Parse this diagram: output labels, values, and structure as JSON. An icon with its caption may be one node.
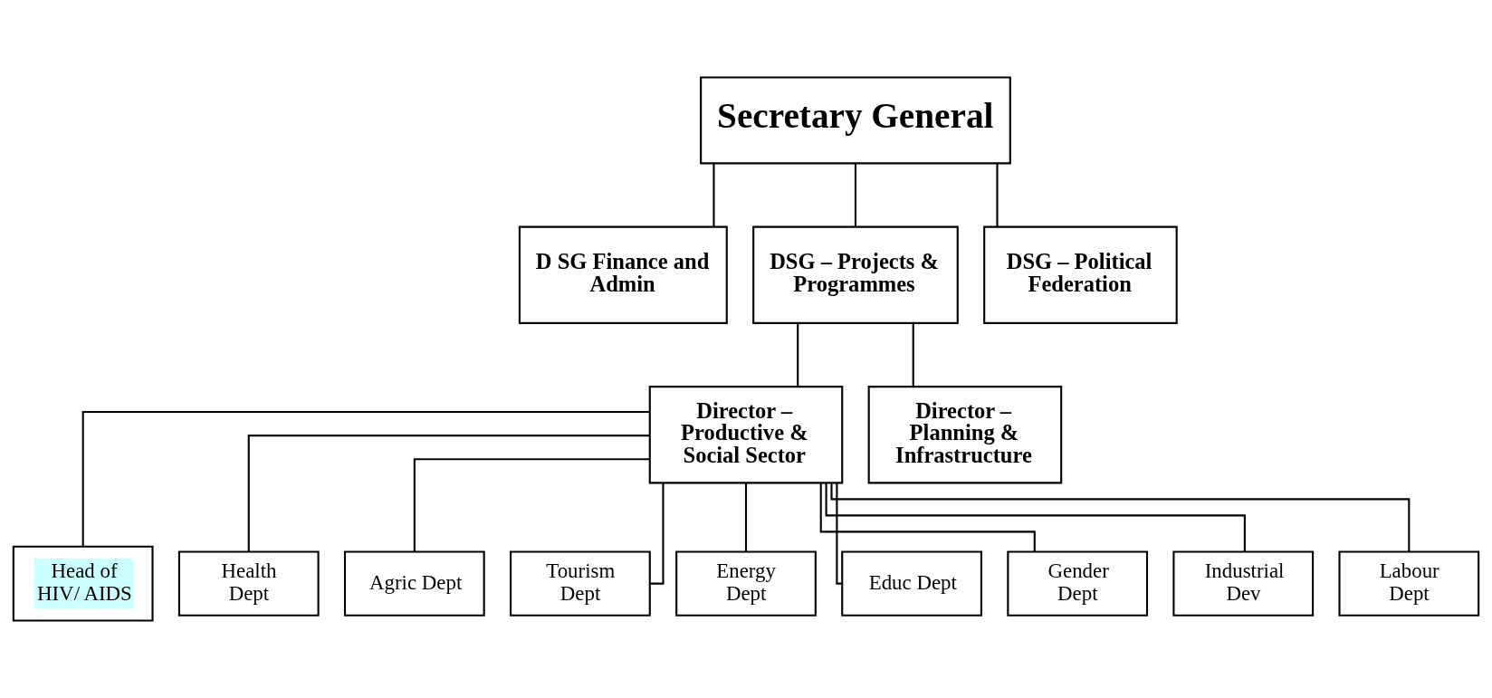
{
  "diagram": {
    "nodes": [
      {
        "text": [
          "Secretary General"
        ]
      },
      {
        "text": [
          "D SG Finance and Admin"
        ]
      },
      {
        "text": [
          "DSG – Projects & Programmes"
        ]
      },
      {
        "text": [
          "DSG – Political Federation"
        ]
      },
      {
        "text": [
          "Director – Productive & Social Sector"
        ]
      },
      {
        "text": [
          "Director – Planning & Infrastructure"
        ]
      },
      {
        "text": [
          "Head of HIV/ AIDS"
        ]
      },
      {
        "text": [
          "Health Dept"
        ]
      },
      {
        "text": [
          "Agric Dept"
        ]
      },
      {
        "text": [
          "Tourism Dept"
        ]
      },
      {
        "text": [
          "Energy Dept"
        ]
      },
      {
        "text": [
          "Educ Dept"
        ]
      },
      {
        "text": [
          "Gender Dept"
        ]
      },
      {
        "text": [
          "Industrial Dev"
        ]
      },
      {
        "text": [
          "Labour Dept"
        ]
      }
    ],
    "edges": [
      {
        "from": 0,
        "to": 1,
        "arrow": "none"
      },
      {
        "from": 0,
        "to": 2,
        "arrow": "none"
      },
      {
        "from": 0,
        "to": 3,
        "arrow": "none"
      },
      {
        "from": 2,
        "to": 4,
        "arrow": "none"
      },
      {
        "from": 2,
        "to": 5,
        "arrow": "none"
      },
      {
        "from": 4,
        "to": 6,
        "arrow": "none"
      },
      {
        "from": 4,
        "to": 7,
        "arrow": "none"
      },
      {
        "from": 4,
        "to": 8,
        "arrow": "none"
      },
      {
        "from": 4,
        "to": 9,
        "arrow": "none"
      },
      {
        "from": 4,
        "to": 10,
        "arrow": "none"
      },
      {
        "from": 4,
        "to": 11,
        "arrow": "none"
      },
      {
        "from": 4,
        "to": 12,
        "arrow": "none"
      },
      {
        "from": 4,
        "to": 13,
        "arrow": "none"
      },
      {
        "from": 4,
        "to": 14,
        "arrow": "none"
      }
    ]
  }
}
